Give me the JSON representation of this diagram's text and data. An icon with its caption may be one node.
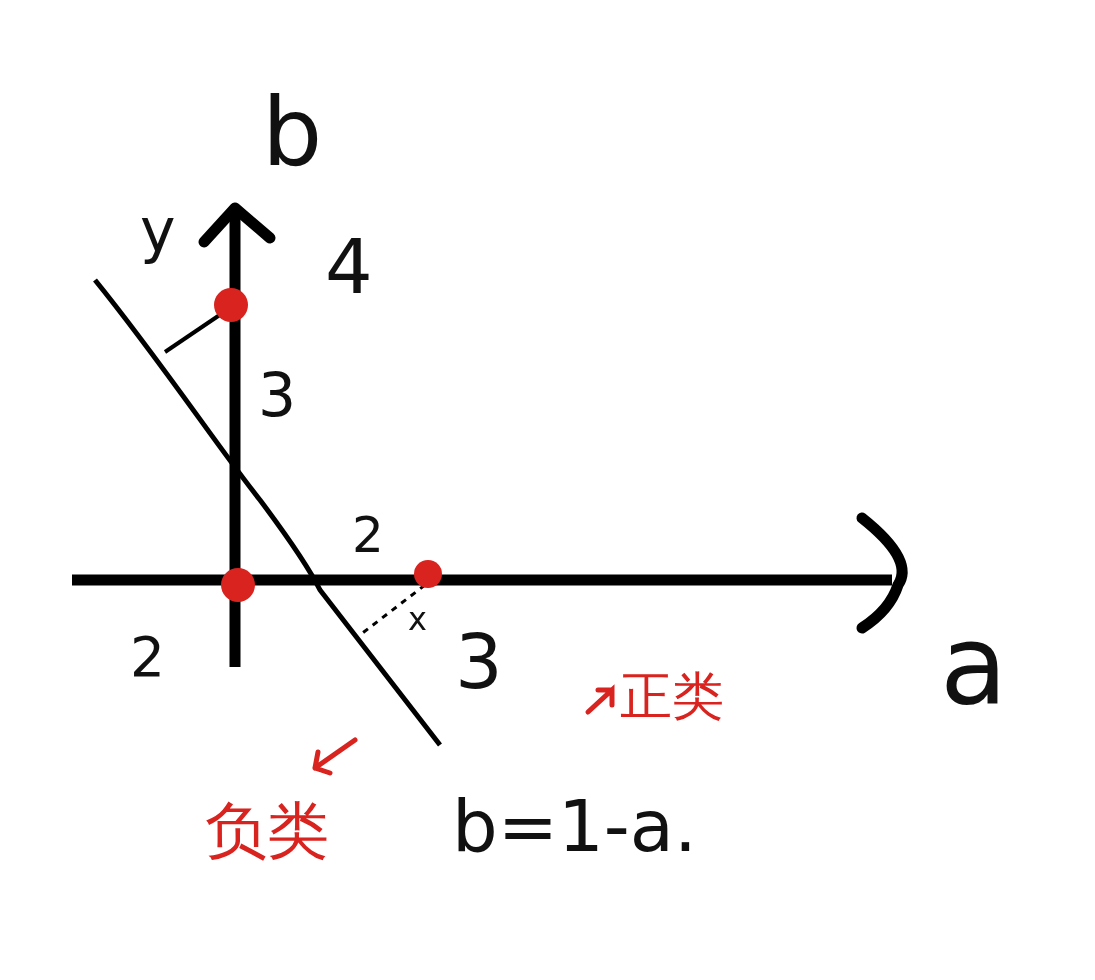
{
  "diagram": {
    "labels": [
      "b",
      "y",
      "4",
      "3",
      "2",
      "2",
      "x",
      "3",
      "a",
      "正类",
      "负类",
      "b=1-a."
    ]
  }
}
